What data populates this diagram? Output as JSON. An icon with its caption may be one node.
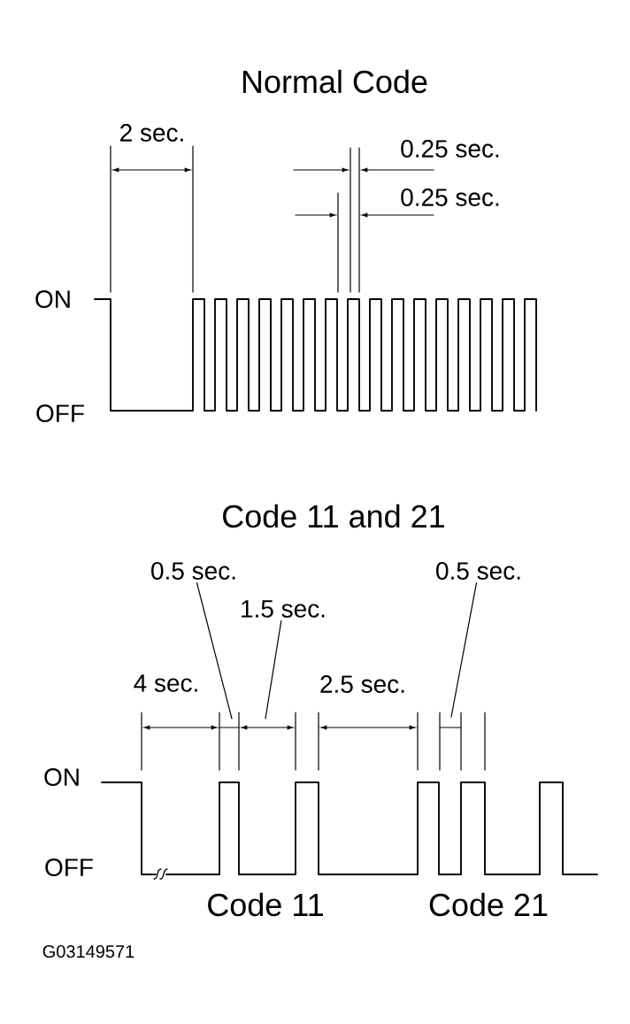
{
  "diagram": {
    "nodes": [
      {
        "text": [
          "0.5 sec."
        ]
      },
      {
        "text": [
          "1.5 sec."
        ]
      },
      {
        "text": [
          "0.5 sec."
        ]
      }
    ],
    "edges": [
      {
        "from": 0,
        "to": null,
        "arrow": "none"
      },
      {
        "from": 1,
        "to": null,
        "arrow": "none"
      },
      {
        "from": 2,
        "to": null,
        "arrow": "none"
      }
    ],
    "labels": [
      "Normal Code",
      "2 sec.",
      "0.25 sec.",
      "0.25 sec.",
      "ON",
      "OFF",
      "Code 11 and 21",
      "4 sec.",
      "2.5 sec.",
      "ON",
      "OFF",
      "Code 11",
      "Code 21",
      "G03149571"
    ]
  }
}
